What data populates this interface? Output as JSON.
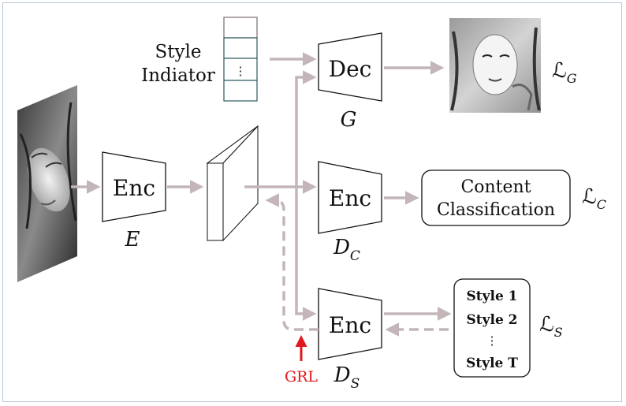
{
  "style_indicator": {
    "line1": "Style",
    "line2": "Indiator",
    "dots": "⋮"
  },
  "generator": {
    "block_label": "Dec",
    "symbol": "G"
  },
  "encoder_main": {
    "block_label": "Enc",
    "symbol": "E"
  },
  "content_discriminator": {
    "block_label": "Enc",
    "symbol": "D",
    "subscript": "C"
  },
  "style_discriminator": {
    "block_label": "Enc",
    "symbol": "D",
    "subscript": "S"
  },
  "content_box": {
    "line1": "Content",
    "line2": "Classification"
  },
  "style_box": {
    "items": [
      {
        "label": "Style 1",
        "color": "#f2c12e"
      },
      {
        "label": "Style 2",
        "color": "#8fd44b"
      },
      {
        "label": "⋮",
        "color": "#111111"
      },
      {
        "label": "Style T",
        "color": "#5aa9e6"
      }
    ]
  },
  "losses": {
    "generator": {
      "symbol": "ℒ",
      "subscript": "G"
    },
    "content": {
      "symbol": "ℒ",
      "subscript": "C"
    },
    "style": {
      "symbol": "ℒ",
      "subscript": "S"
    }
  },
  "grl": {
    "label": "GRL",
    "color": "#e0191b"
  },
  "colors": {
    "arrow": "#c3b5b8",
    "frame": "#b8c6d8",
    "portrait_dark": "#2b2b2b",
    "portrait_light": "#d9d9d9"
  },
  "images": {
    "input_portrait": "grayscale portrait of a woman with long wavy hair (tilted)",
    "output_portrait": "stylized grayscale sketch portrait of a woman with hand near face"
  }
}
